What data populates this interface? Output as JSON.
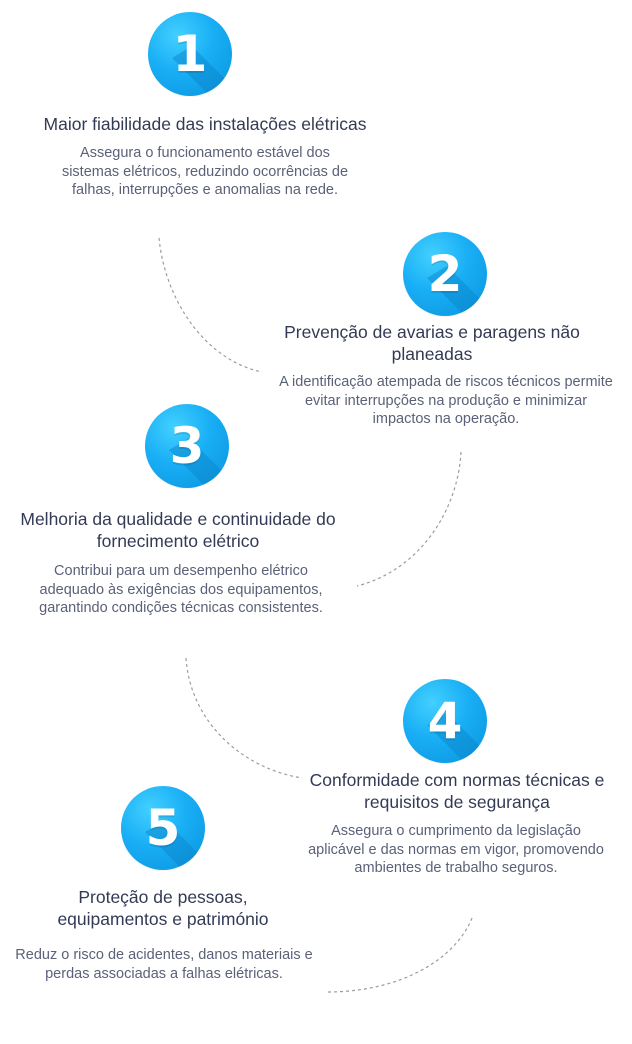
{
  "accent_color": "#18aef5",
  "steps": [
    {
      "number": "1",
      "title": "Maior fiabilidade das instalações elétricas",
      "description": "Assegura o funcionamento estável dos sistemas elétricos, reduzindo ocorrências de falhas, interrupções e anomalias na rede."
    },
    {
      "number": "2",
      "title": "Prevenção de avarias e paragens não planeadas",
      "description": "A identificação atempada de riscos técnicos permite evitar interrupções na produção e minimizar impactos na operação."
    },
    {
      "number": "3",
      "title": "Melhoria da qualidade e continuidade do fornecimento elétrico",
      "description": "Contribui para um desempenho elétrico adequado às exigências dos equipamentos, garantindo condições técnicas consistentes."
    },
    {
      "number": "4",
      "title": "Conformidade com normas técnicas e requisitos de segurança",
      "description": "Assegura o cumprimento da legislação aplicável e das normas em vigor, promovendo ambientes de trabalho seguros."
    },
    {
      "number": "5",
      "title": "Proteção de pessoas, equipamentos e património",
      "description": "Reduz o risco de acidentes, danos materiais e perdas associadas a falhas elétricas."
    }
  ]
}
